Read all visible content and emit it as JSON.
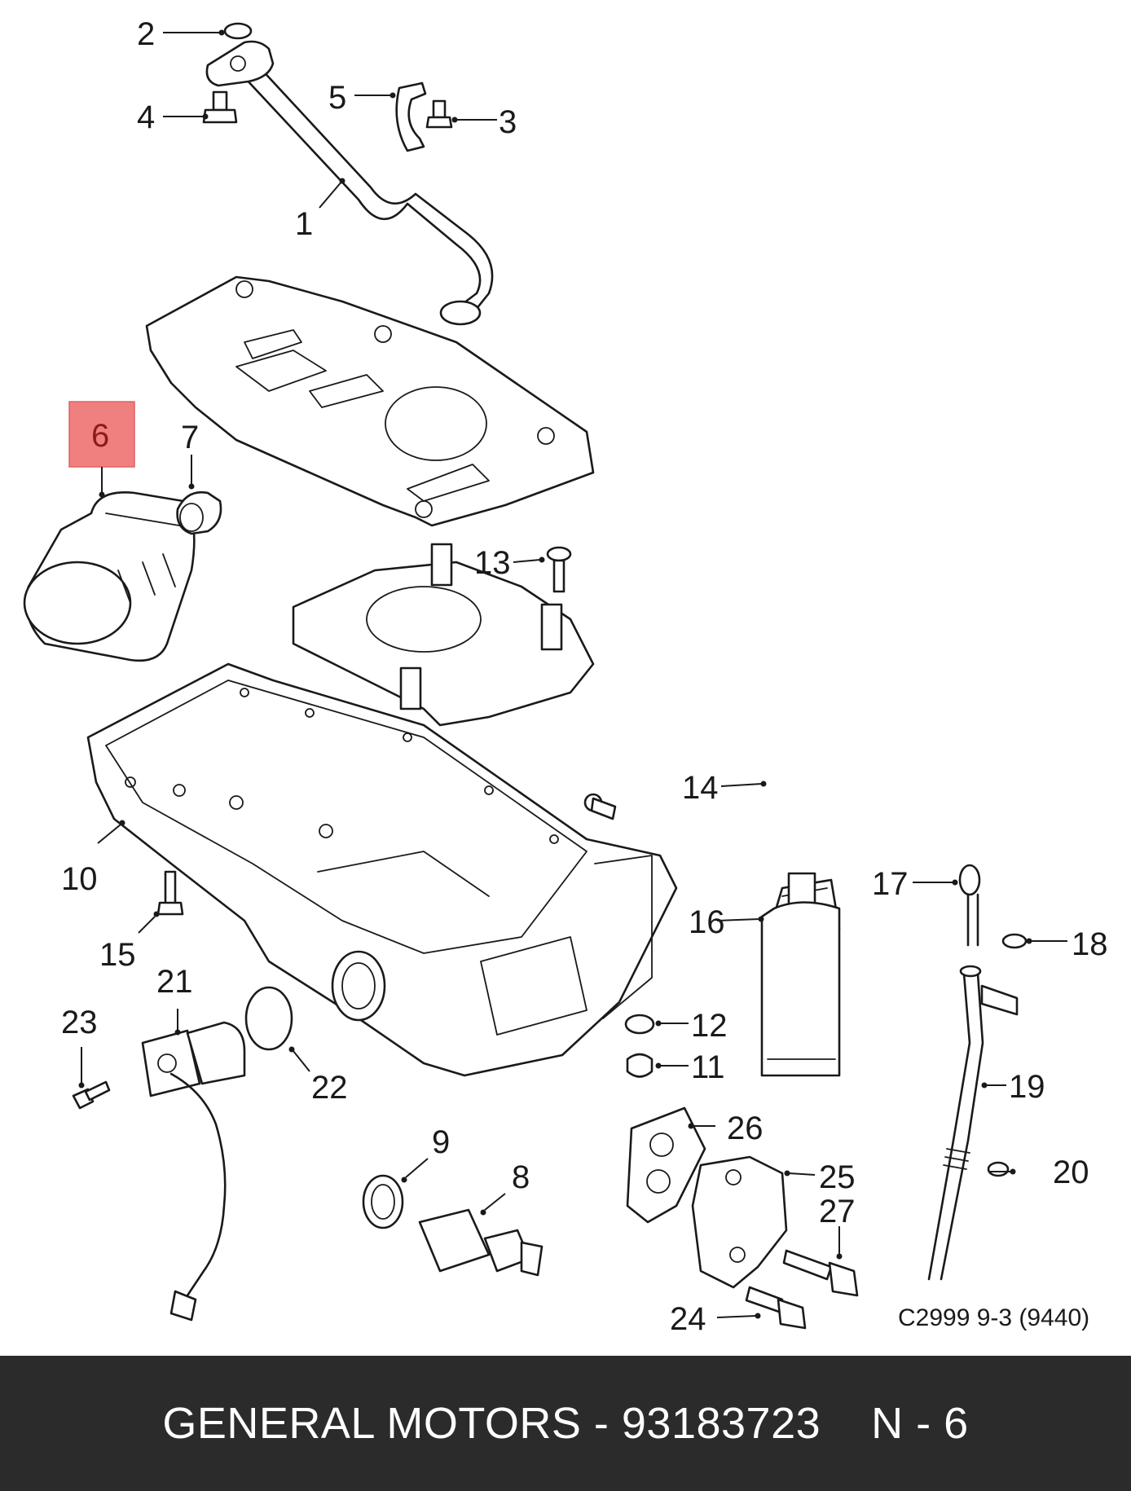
{
  "diagram": {
    "part_labels": [
      "1",
      "2",
      "3",
      "4",
      "5",
      "6",
      "7",
      "8",
      "9",
      "10",
      "11",
      "12",
      "13",
      "14",
      "15",
      "16",
      "17",
      "18",
      "19",
      "20",
      "21",
      "22",
      "23",
      "24",
      "25",
      "26",
      "27"
    ],
    "highlighted_label": "6",
    "highlight_color": "#f08080",
    "drawing_code": "C2999 9-3 (9440)"
  },
  "footer": {
    "text": "GENERAL MOTORS - 93183723    N - 6",
    "background": "#2b2b2b"
  }
}
